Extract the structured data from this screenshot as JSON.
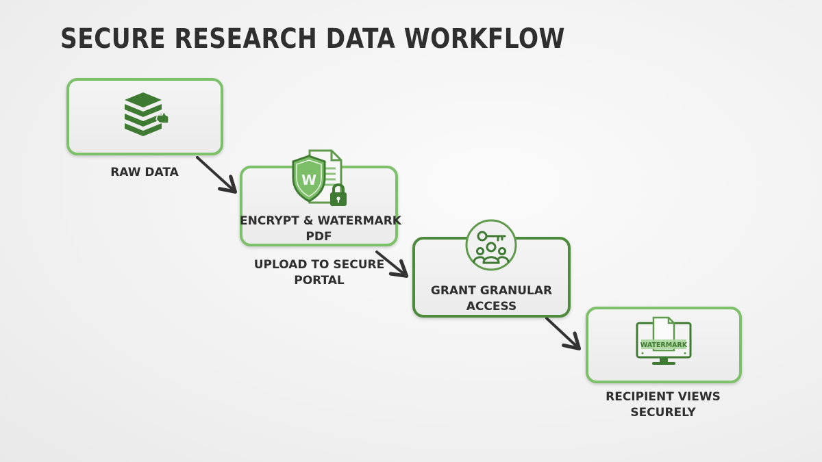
{
  "title": "SECURE RESEARCH DATA WORKFLOW",
  "steps": [
    {
      "label": "RAW DATA",
      "icon": "database-stack-icon"
    },
    {
      "label_line1": "ENCRYPT & WATERMARK",
      "label_line2": "PDF",
      "icon": "shield-document-lock-icon"
    },
    {
      "label_line1": "UPLOAD TO SECURE",
      "label_line2": "PORTAL"
    },
    {
      "label_line1": "GRANT GRANULAR",
      "label_line2": "ACCESS",
      "icon": "key-users-icon"
    },
    {
      "label_line1": "RECIPIENT VIEWS",
      "label_line2": "SECURELY",
      "icon": "monitor-watermark-icon"
    }
  ],
  "icon_text": {
    "shield_letter": "W",
    "monitor_banner": "WATERMARK"
  },
  "colors": {
    "accent": "#7cc06a",
    "accent_dark": "#4e8a3c",
    "icon": "#3f7a33",
    "text": "#2e2e2e"
  }
}
